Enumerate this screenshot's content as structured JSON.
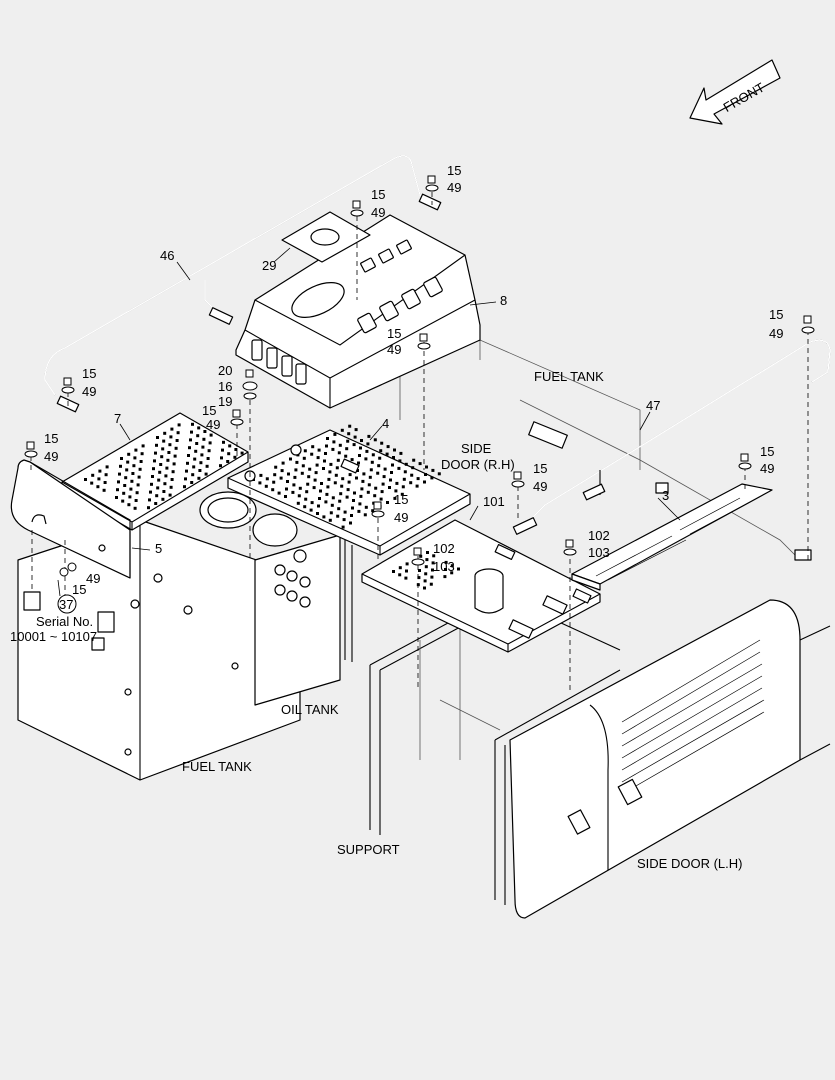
{
  "front_label": "FRONT",
  "area_labels": {
    "fuel_tank_top": "FUEL TANK",
    "side_door_rh_line1": "SIDE",
    "side_door_rh_line2": "DOOR (R.H)",
    "oil_tank": "OIL TANK",
    "fuel_tank_bottom": "FUEL TANK",
    "support": "SUPPORT",
    "side_door_lh": "SIDE DOOR (L.H)",
    "serial_line1": "Serial No.",
    "serial_line2": "10001 ~ 10107"
  },
  "callouts": [
    "15",
    "49",
    "15",
    "49",
    "29",
    "46",
    "8",
    "15",
    "49",
    "15",
    "49",
    "20",
    "16",
    "19",
    "15",
    "49",
    "7",
    "4",
    "15",
    "49",
    "101",
    "15",
    "49",
    "5",
    "49",
    "15",
    "37",
    "102",
    "103",
    "47",
    "15",
    "49",
    "3",
    "102",
    "103",
    "15",
    "49",
    "15",
    "49"
  ]
}
